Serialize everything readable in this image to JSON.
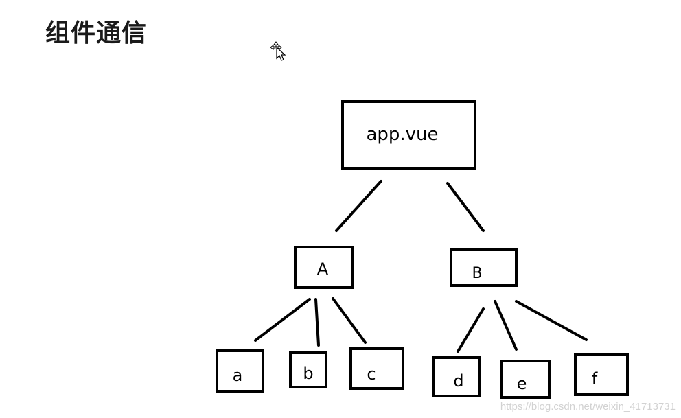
{
  "title": "组件通信",
  "watermark": "https://blog.csdn.net/weixin_41713731",
  "cursor_icon": "move-cursor-icon",
  "tree": {
    "root": "app.vue",
    "children": [
      {
        "label": "A",
        "children": [
          "a",
          "b",
          "c"
        ]
      },
      {
        "label": "B",
        "children": [
          "d",
          "e",
          "f"
        ]
      }
    ]
  }
}
